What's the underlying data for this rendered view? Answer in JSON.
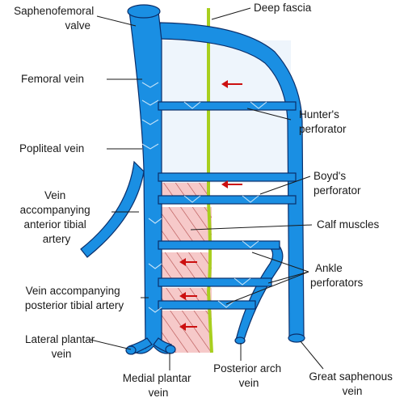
{
  "labels": {
    "saphenofemoral_valve": [
      "Saphenofemoral",
      "valve"
    ],
    "deep_fascia": "Deep fascia",
    "femoral_vein": "Femoral vein",
    "hunters_perforator": [
      "Hunter's",
      "perforator"
    ],
    "popliteal_vein": "Popliteal vein",
    "boyds_perforator": [
      "Boyd's",
      "perforator"
    ],
    "anterior_tibial": [
      "Vein",
      "accompanying",
      "anterior tibial",
      "artery"
    ],
    "calf_muscles": "Calf muscles",
    "ankle_perforators": [
      "Ankle",
      "perforators"
    ],
    "posterior_tibial": [
      "Vein accompanying",
      "posterior tibial artery"
    ],
    "lateral_plantar": [
      "Lateral plantar",
      "vein"
    ],
    "medial_plantar": [
      "Medial plantar",
      "vein"
    ],
    "posterior_arch": [
      "Posterior arch",
      "vein"
    ],
    "great_saphenous": [
      "Great saphenous",
      "vein"
    ]
  },
  "colors": {
    "vein": "#1a8fe3",
    "vein_outline": "#0b2f6b",
    "fascia": "#a8cf1e",
    "muscle_fill": "#f6c9c9",
    "muscle_hatch": "#b24a4a",
    "upper_space": "#eef5fc",
    "arrow": "#cc1010"
  }
}
